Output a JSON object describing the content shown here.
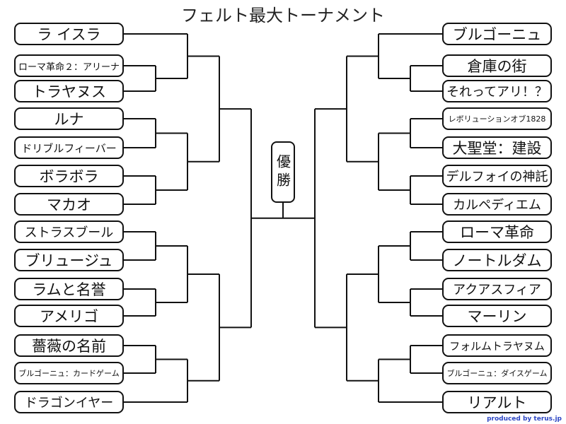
{
  "title": "フェルト最大トーナメント",
  "winner_label": "優勝",
  "credit": "produced by terus.jp",
  "left": [
    "ラ イスラ",
    "ローマ革命２：アリーナ",
    "トラヤヌス",
    "ルナ",
    "ドリブルフィーバー",
    "ボラボラ",
    "マカオ",
    "ストラスブール",
    "ブリュージュ",
    "ラムと名誉",
    "アメリゴ",
    "薔薇の名前",
    "ブルゴーニュ：カードゲーム",
    "ドラゴンイヤー"
  ],
  "right": [
    "ブルゴーニュ",
    "倉庫の街",
    "それってアリ！？",
    "レボリューションオブ1828",
    "大聖堂：建設",
    "デルフォイの神託",
    "カルペディエム",
    "ローマ革命",
    "ノートルダム",
    "アクアスフィア",
    "マーリン",
    "フォルムトラヤヌム",
    "ブルゴーニュ：ダイスゲーム",
    "リアルト"
  ]
}
